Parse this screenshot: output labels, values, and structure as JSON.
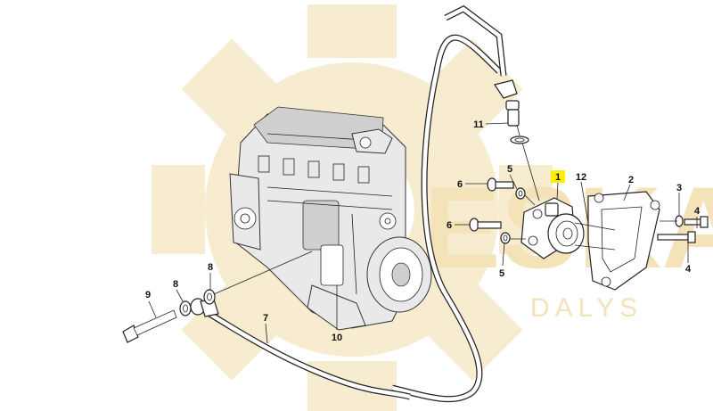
{
  "watermark": {
    "brand": "ESKA",
    "sub": "DALYS",
    "color": "#f4e3b8"
  },
  "callouts": [
    {
      "id": "1",
      "text": "1",
      "highlighted": true,
      "highlight_color": "#ffee00"
    },
    {
      "id": "12",
      "text": "12"
    },
    {
      "id": "2",
      "text": "2"
    },
    {
      "id": "3",
      "text": "3"
    },
    {
      "id": "4a",
      "text": "4"
    },
    {
      "id": "4b",
      "text": "4"
    },
    {
      "id": "5a",
      "text": "5"
    },
    {
      "id": "5b",
      "text": "5"
    },
    {
      "id": "6a",
      "text": "6"
    },
    {
      "id": "6b",
      "text": "6"
    },
    {
      "id": "7",
      "text": "7"
    },
    {
      "id": "8a",
      "text": "8"
    },
    {
      "id": "8b",
      "text": "8"
    },
    {
      "id": "9",
      "text": "9"
    },
    {
      "id": "10",
      "text": "10"
    },
    {
      "id": "11",
      "text": "11"
    }
  ]
}
